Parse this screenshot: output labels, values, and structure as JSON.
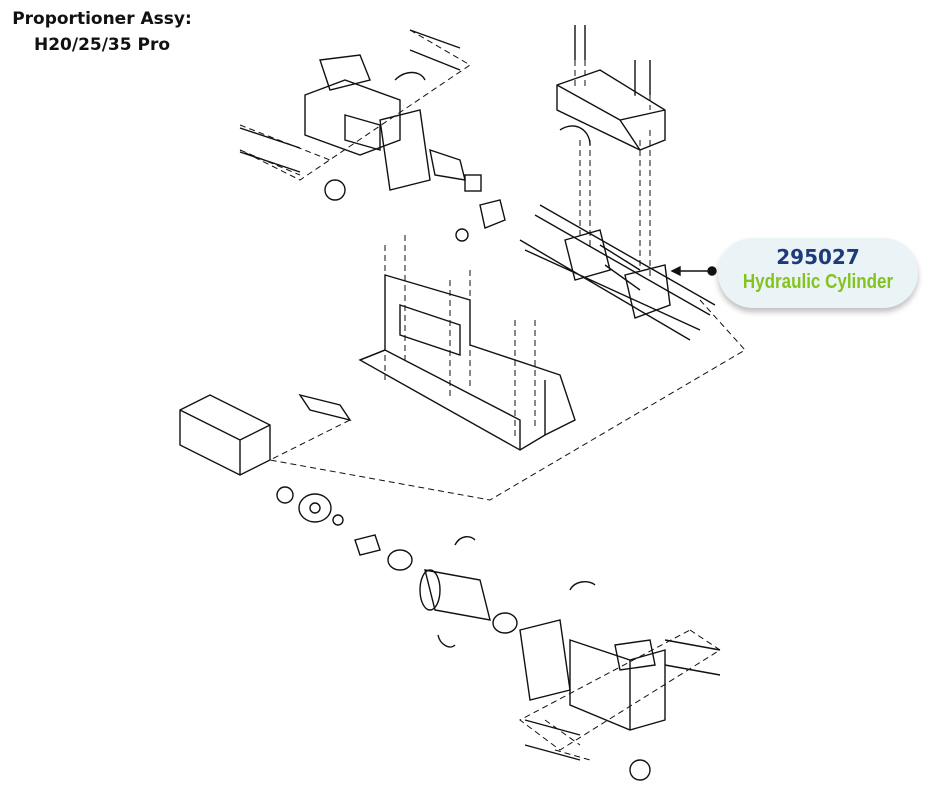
{
  "title": {
    "line1": "Proportioner Assy:",
    "line2": "H20/25/35 Pro"
  },
  "callout": {
    "part_number": "295027",
    "part_name": "Hydraulic Cylinder",
    "number_color": "#1f3a7a",
    "name_color": "#84c31f",
    "bg_color": "#eaf4f6"
  }
}
